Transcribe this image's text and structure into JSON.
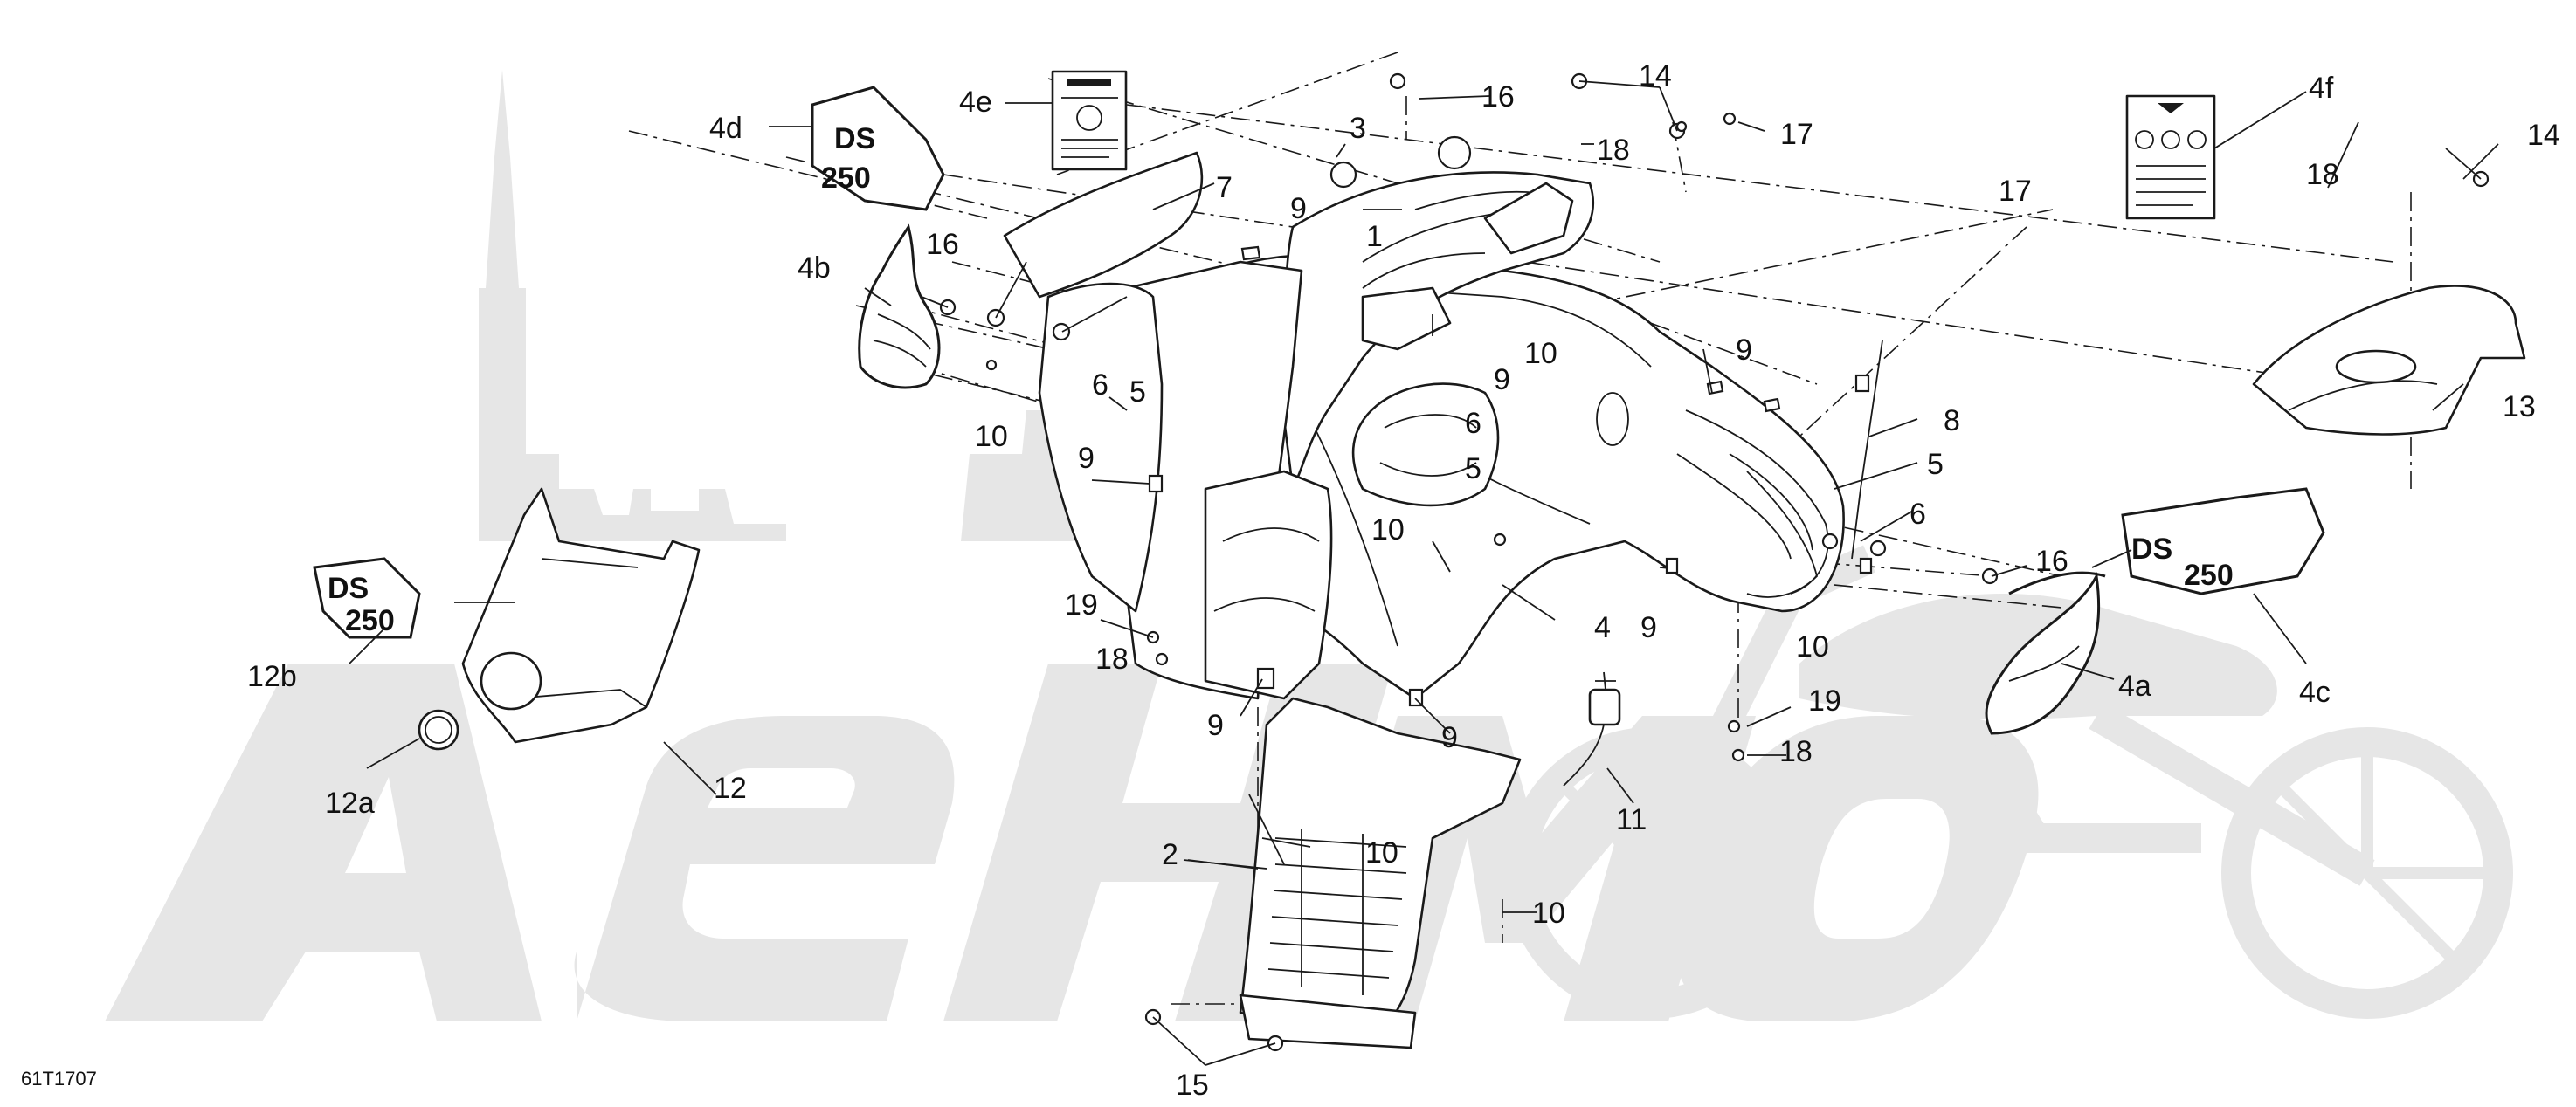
{
  "diagram_code": "61T1707",
  "watermark_text": "AeHMoto",
  "colors": {
    "ink": "#1a1a1a",
    "watermark": "#e6e6e6",
    "background": "#ffffff"
  },
  "callouts": {
    "c1": "1",
    "c2": "2",
    "c3": "3",
    "c4": "4",
    "c4a": "4a",
    "c4b": "4b",
    "c4c": "4c",
    "c4d": "4d",
    "c4e": "4e",
    "c4f": "4f",
    "c5a": "5",
    "c5b": "5",
    "c5c": "5",
    "c6a": "6",
    "c6b": "6",
    "c6c": "6",
    "c7": "7",
    "c8": "8",
    "c9a": "9",
    "c9b": "9",
    "c9c": "9",
    "c9d": "9",
    "c9e": "9",
    "c9f": "9",
    "c9g": "9",
    "c10a": "10",
    "c10b": "10",
    "c10c": "10",
    "c10d": "10",
    "c10e": "10",
    "c10f": "10",
    "c11": "11",
    "c12": "12",
    "c12a": "12a",
    "c12b": "12b",
    "c13": "13",
    "c14a": "14",
    "c14b": "14",
    "c15": "15",
    "c16a": "16",
    "c16b": "16",
    "c16c": "16",
    "c17a": "17",
    "c17b": "17",
    "c18a": "18",
    "c18b": "18",
    "c18c": "18",
    "c18d": "18",
    "c19a": "19",
    "c19b": "19"
  },
  "decals": {
    "ds": "DS",
    "cc": "250"
  }
}
